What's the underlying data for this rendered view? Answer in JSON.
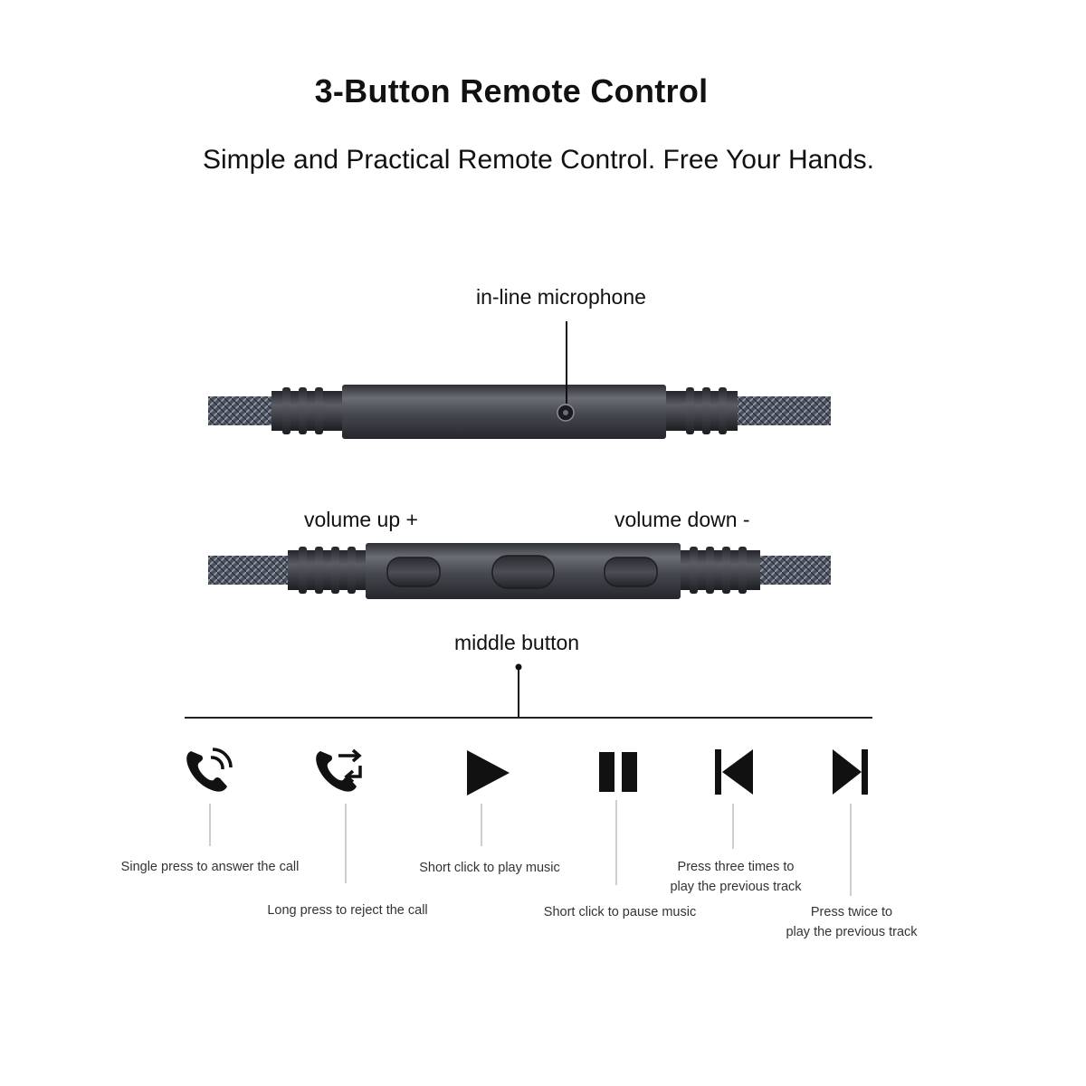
{
  "title": "3-Button Remote Control",
  "subtitle": "Simple and Practical Remote Control. Free Your Hands.",
  "labels": {
    "microphone": "in-line microphone",
    "volume_up": "volume up +",
    "volume_down": "volume down -",
    "middle_button": "middle button"
  },
  "functions": [
    {
      "icon": "phone-answer-icon",
      "caption": "Single press to answer the call"
    },
    {
      "icon": "phone-reject-icon",
      "caption": "Long press to reject the call"
    },
    {
      "icon": "play-icon",
      "caption": "Short click to play music"
    },
    {
      "icon": "pause-icon",
      "caption": "Short click to pause music"
    },
    {
      "icon": "skip-back-icon",
      "caption_line1": "Press three times to",
      "caption_line2": "play the previous track"
    },
    {
      "icon": "skip-forward-icon",
      "caption_line1": "Press twice to",
      "caption_line2": "play the previous track"
    }
  ],
  "colors": {
    "housing": "#3d3f45",
    "housing_highlight": "#6a6d74",
    "braid": "#525866",
    "text": "#111111"
  }
}
